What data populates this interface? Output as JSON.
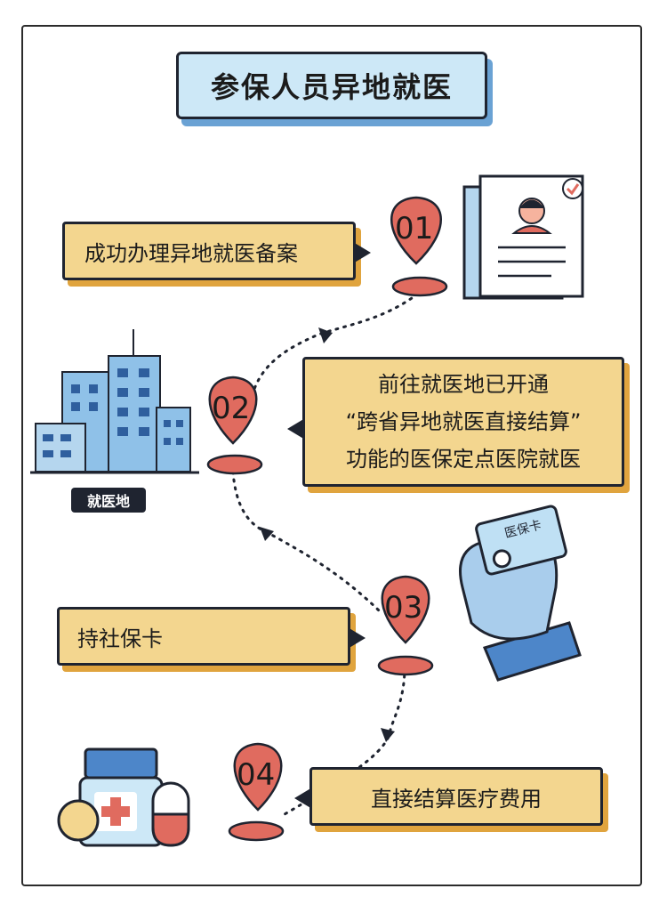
{
  "title": "参保人员异地就医",
  "steps": [
    {
      "num": "01",
      "text": "成功办理异地就医备案"
    },
    {
      "num": "02",
      "lines": [
        "前往就医地已开通",
        "“跨省异地就医直接结算”",
        "功能的医保定点医院就医"
      ]
    },
    {
      "num": "03",
      "text": "持社保卡"
    },
    {
      "num": "04",
      "text": "直接结算医疗费用"
    }
  ],
  "location_label": "就医地",
  "card_label": "医保卡",
  "icons": {
    "document": "document-profile-icon",
    "building": "city-buildings-icon",
    "card": "hand-holding-card-icon",
    "medicine": "medicine-bottle-pills-icon",
    "pin": "location-pin-icon"
  },
  "colors": {
    "pin": "#e06b5f",
    "bubble": "#f3d68f",
    "bubble_shadow": "#e0a43e",
    "title_bg": "#cde8f7",
    "title_shadow": "#6aa2d4",
    "building": "#8fc1e8"
  }
}
